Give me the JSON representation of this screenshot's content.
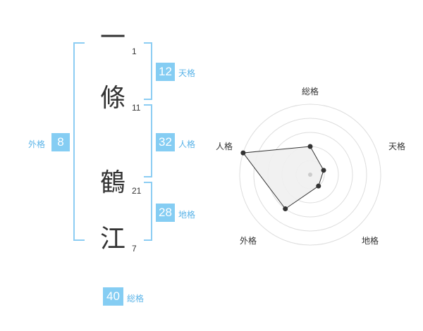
{
  "name_chars": [
    {
      "char": "一",
      "strokes": "1"
    },
    {
      "char": "條",
      "strokes": "11"
    },
    {
      "char": "鶴",
      "strokes": "21"
    },
    {
      "char": "江",
      "strokes": "7"
    }
  ],
  "fortunes": {
    "tenkaku": {
      "value": "12",
      "label": "天格"
    },
    "jinkaku": {
      "value": "32",
      "label": "人格"
    },
    "chikaku": {
      "value": "28",
      "label": "地格"
    },
    "gaikaku": {
      "value": "8",
      "label": "外格"
    },
    "soukaku": {
      "value": "40",
      "label": "総格"
    }
  },
  "radar": {
    "axes": [
      "総格",
      "天格",
      "地格",
      "外格",
      "人格"
    ],
    "values": [
      2,
      1,
      1,
      3,
      5
    ],
    "max": 5,
    "colors": {
      "fill": "#f0f0f0",
      "line": "#333333",
      "ring": "#dddddd"
    }
  }
}
